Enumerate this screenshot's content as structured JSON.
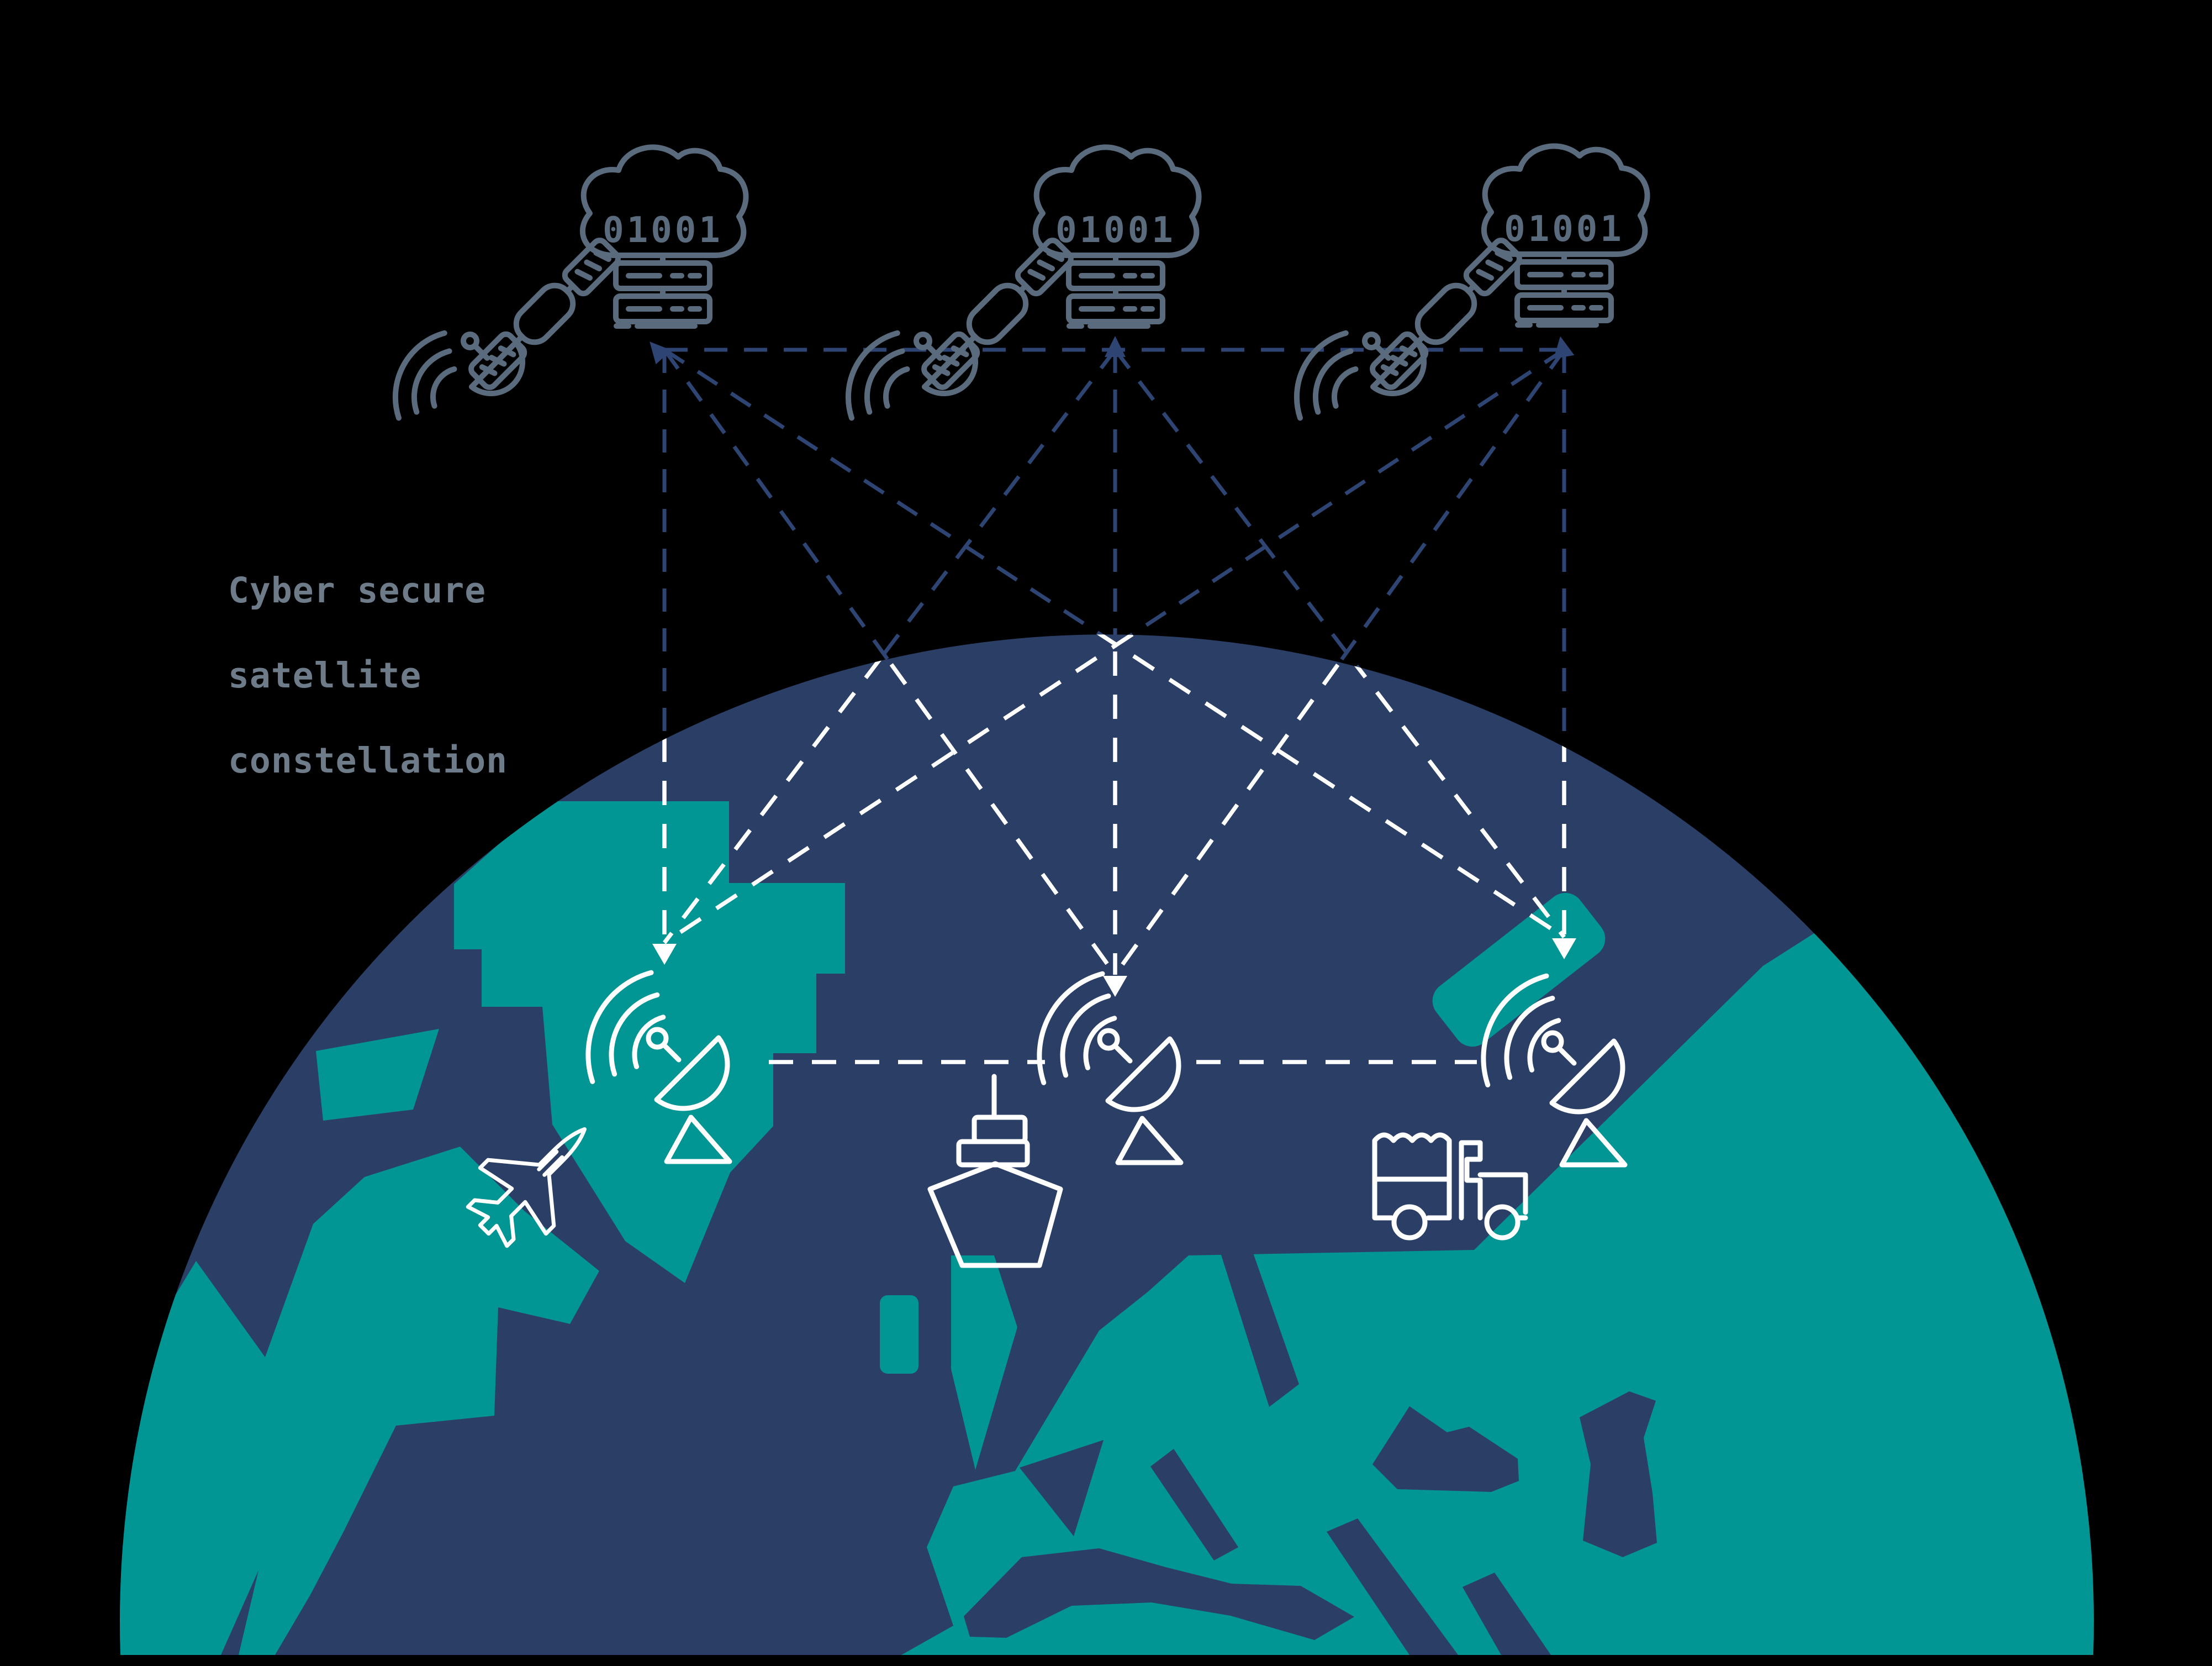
{
  "title": {
    "line1": "Cyber secure",
    "line2": "satellite",
    "line3": "constellation"
  },
  "cloud": {
    "binary": "01001"
  },
  "icons": [
    "satellite-icon",
    "binary-cloud-icon",
    "server-rack-icon",
    "ground-station-dish-icon",
    "fighter-jet-icon",
    "ship-icon",
    "military-truck-icon"
  ],
  "colors": {
    "bg": "#000000",
    "ocean": "#2b3e66",
    "teal": "#019594",
    "slate": "#5a6b7e",
    "navy": "#2e4573",
    "white": "#ffffff",
    "caption": "#6e7b89"
  }
}
